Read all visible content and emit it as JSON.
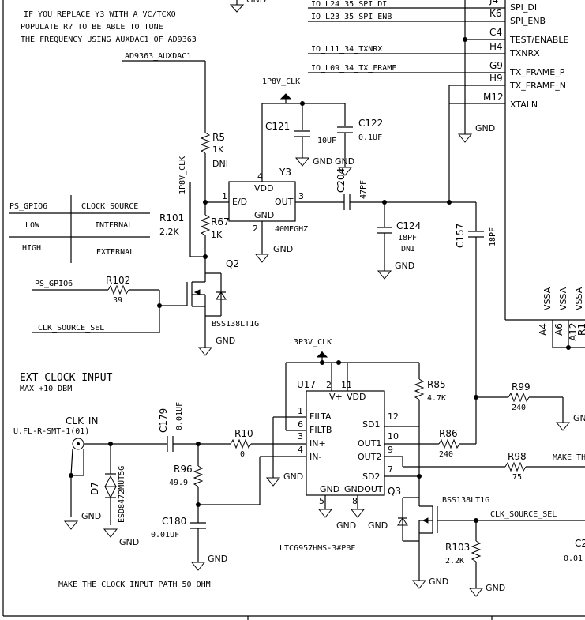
{
  "notes": {
    "line1": "IF YOU REPLACE Y3 WITH A VC/TCXO",
    "line2": "POPULATE R? TO BE ABLE TO TUNE",
    "line3": "THE FREQUENCY USING AUXDAC1 OF AD9363",
    "auxdac": "AD9363_AUXDAC1",
    "ext_title": "EXT CLOCK INPUT",
    "ext_sub": "MAX +10 DBM",
    "bottom": "MAKE THE CLOCK INPUT PATH 50 OHM"
  },
  "nets": {
    "spi_di_io": "IO_L24_35_SPI_DI",
    "spi_enb_io": "IO_L23_35_SPI_ENB",
    "txnrx_io": "IO_L11_34_TXNRX",
    "txframe_io": "IO_L09_34_TX_FRAME",
    "p1p8v_clk": "1P8V_CLK",
    "p1p8v_clk_v": "1P8V_CLK",
    "p3p3v_clk": "3P3V_CLK",
    "ps_gpio6_a": "PS_GPIO6",
    "ps_gpio6_b": "PS_GPIO6",
    "clk_source_sel_a": "CLK_SOURCE_SEL",
    "clk_source_sel_b": "CLK_SOURCE_SEL",
    "make_th": "MAKE TH"
  },
  "table": {
    "h1": "PS_GPIO6",
    "h2": "CLOCK SOURCE",
    "r1a": "LOW",
    "r1b": "INTERNAL",
    "r2a": "HIGH",
    "r2b": "EXTERNAL"
  },
  "fpga_pins": [
    {
      "pin": "J4",
      "name": "SPI_DI"
    },
    {
      "pin": "K6",
      "name": "SPI_ENB"
    },
    {
      "pin": "C4",
      "name": "TEST/ENABLE"
    },
    {
      "pin": "H4",
      "name": "TXNRX"
    },
    {
      "pin": "G9",
      "name": "TX_FRAME_P"
    },
    {
      "pin": "H9",
      "name": "TX_FRAME_N"
    },
    {
      "pin": "M12",
      "name": "XTALN"
    }
  ],
  "vssa": [
    {
      "pin": "A4",
      "name": "VSSA"
    },
    {
      "pin": "A6",
      "name": "VSSA"
    },
    {
      "pin": "A12",
      "name": "VSSA"
    },
    {
      "pin": "R1",
      "name": ""
    }
  ],
  "components": {
    "R5": {
      "ref": "R5",
      "v1": "1K",
      "v2": "DNI"
    },
    "R67": {
      "ref": "R67",
      "v1": "1K"
    },
    "R101": {
      "ref": "R101",
      "v1": "2.2K"
    },
    "R102": {
      "ref": "R102",
      "v1": "39"
    },
    "C121": {
      "ref": "C121",
      "v1": "10UF"
    },
    "C122": {
      "ref": "C122",
      "v1": "0.1UF"
    },
    "C204": {
      "ref": "C204",
      "v1": "47PF"
    },
    "C124": {
      "ref": "C124",
      "v1": "18PF",
      "v2": "DNI"
    },
    "C157": {
      "ref": "C157",
      "v1": "18PF"
    },
    "Y3": {
      "ref": "Y3",
      "v1": "40MEGHZ",
      "p_vdd": "VDD",
      "p_ed": "E/D",
      "p_out": "OUT",
      "p_gnd": "GND"
    },
    "Q2": {
      "ref": "Q2",
      "v1": "BSS138LT1G"
    },
    "Q3": {
      "ref": "Q3",
      "v1": "BSS138LT1G"
    },
    "R85": {
      "ref": "R85",
      "v1": "4.7K"
    },
    "R99": {
      "ref": "R99",
      "v1": "240"
    },
    "R86": {
      "ref": "R86",
      "v1": "240"
    },
    "R98": {
      "ref": "R98",
      "v1": "75"
    },
    "R10": {
      "ref": "R10",
      "v1": "0"
    },
    "R96": {
      "ref": "R96",
      "v1": "49.9"
    },
    "C179": {
      "ref": "C179",
      "v1": "0.01UF"
    },
    "C180": {
      "ref": "C180",
      "v1": "0.01UF"
    },
    "R103": {
      "ref": "R103",
      "v1": "2.2K"
    },
    "D7": {
      "ref": "D7",
      "v1": "ESD8472MUT5G"
    },
    "CLKIN": {
      "ref": "CLK_IN",
      "v1": "U.FL-R-SMT-1(01)"
    },
    "C2": {
      "ref": "C2",
      "v1": "0.01"
    },
    "U17": {
      "ref": "U17",
      "v1": "LTC6957HMS-3#PBF",
      "filta": "FILTA",
      "filtb": "FILTB",
      "inp": "IN+",
      "inm": "IN-",
      "vp": "V+",
      "vdd": "VDD",
      "sd1": "SD1",
      "out1": "OUT1",
      "out2": "OUT2",
      "sd2": "SD2",
      "gnd": "GND",
      "gndout": "GNDOUT"
    }
  },
  "pins": {
    "y3_1": "1",
    "y3_2": "2",
    "y3_3": "3",
    "y3_4": "4",
    "u_1": "1",
    "u_6": "6",
    "u_3": "3",
    "u_4": "4",
    "u_2": "2",
    "u_11": "11",
    "u_12": "12",
    "u_10": "10",
    "u_9": "9",
    "u_7": "7",
    "u_5": "5",
    "u_8": "8"
  },
  "gnd": "GND"
}
